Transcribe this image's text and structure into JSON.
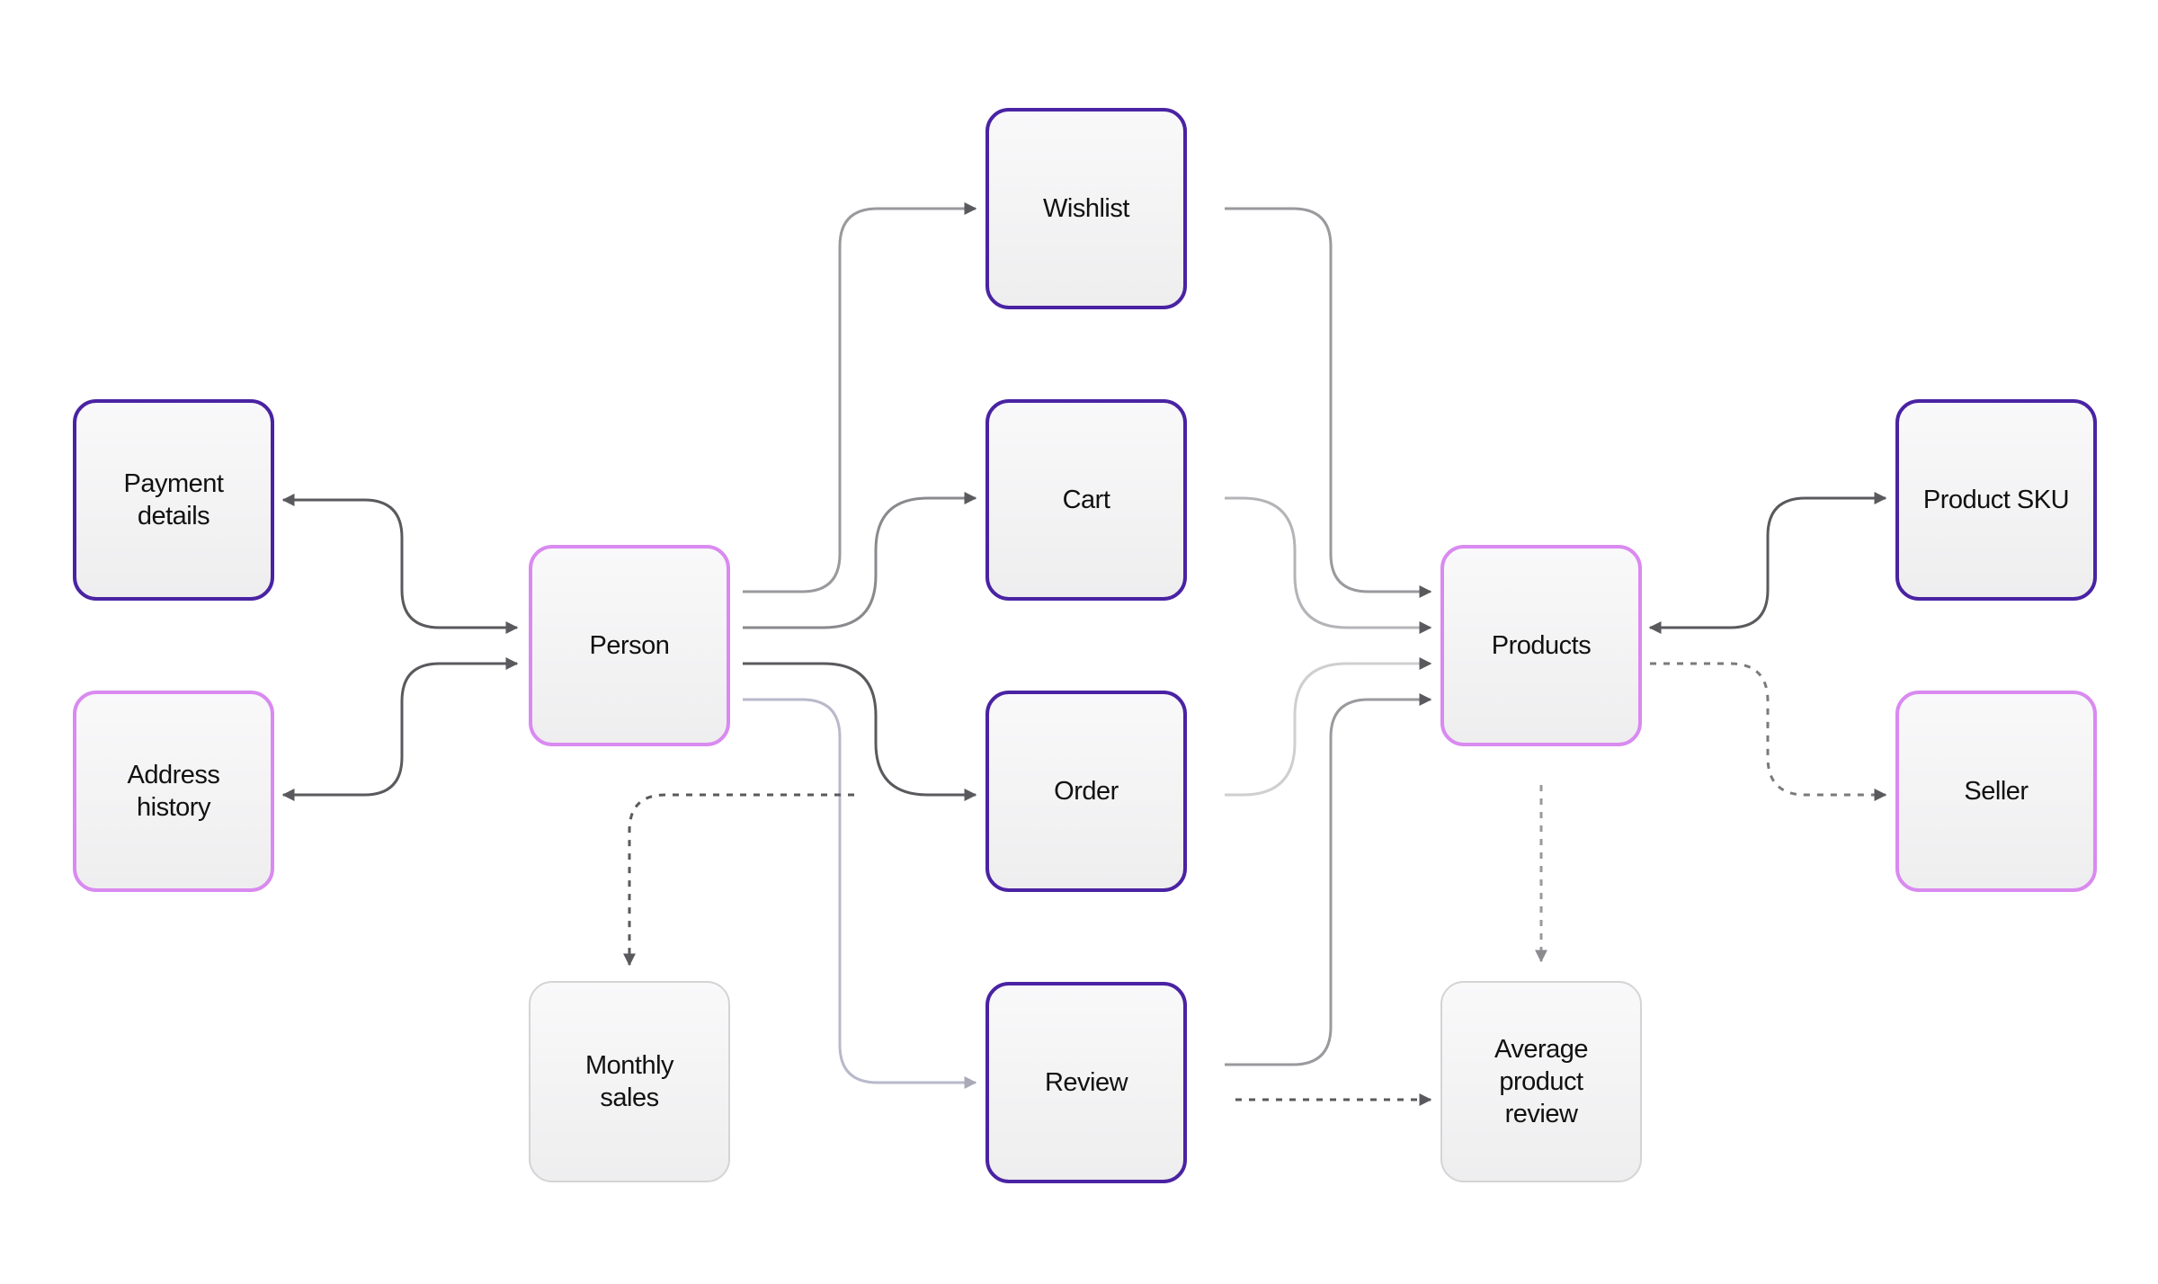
{
  "nodes": {
    "payment_details": {
      "label": "Payment\ndetails"
    },
    "address_history": {
      "label": "Address\nhistory"
    },
    "person": {
      "label": "Person"
    },
    "monthly_sales": {
      "label": "Monthly\nsales"
    },
    "wishlist": {
      "label": "Wishlist"
    },
    "cart": {
      "label": "Cart"
    },
    "order": {
      "label": "Order"
    },
    "review": {
      "label": "Review"
    },
    "products": {
      "label": "Products"
    },
    "average_product_review": {
      "label": "Average\nproduct\nreview"
    },
    "product_sku": {
      "label": "Product SKU"
    },
    "seller": {
      "label": "Seller"
    }
  },
  "colors": {
    "border_dark": "#4a23a3",
    "border_light": "#d98af0",
    "border_muted": "#d4d4d6",
    "connector_dark": "#5a5a5e",
    "connector_mid": "#9a9a9e",
    "connector_light": "#cfcfd2",
    "connector_lavender": "#b9b9cc"
  }
}
